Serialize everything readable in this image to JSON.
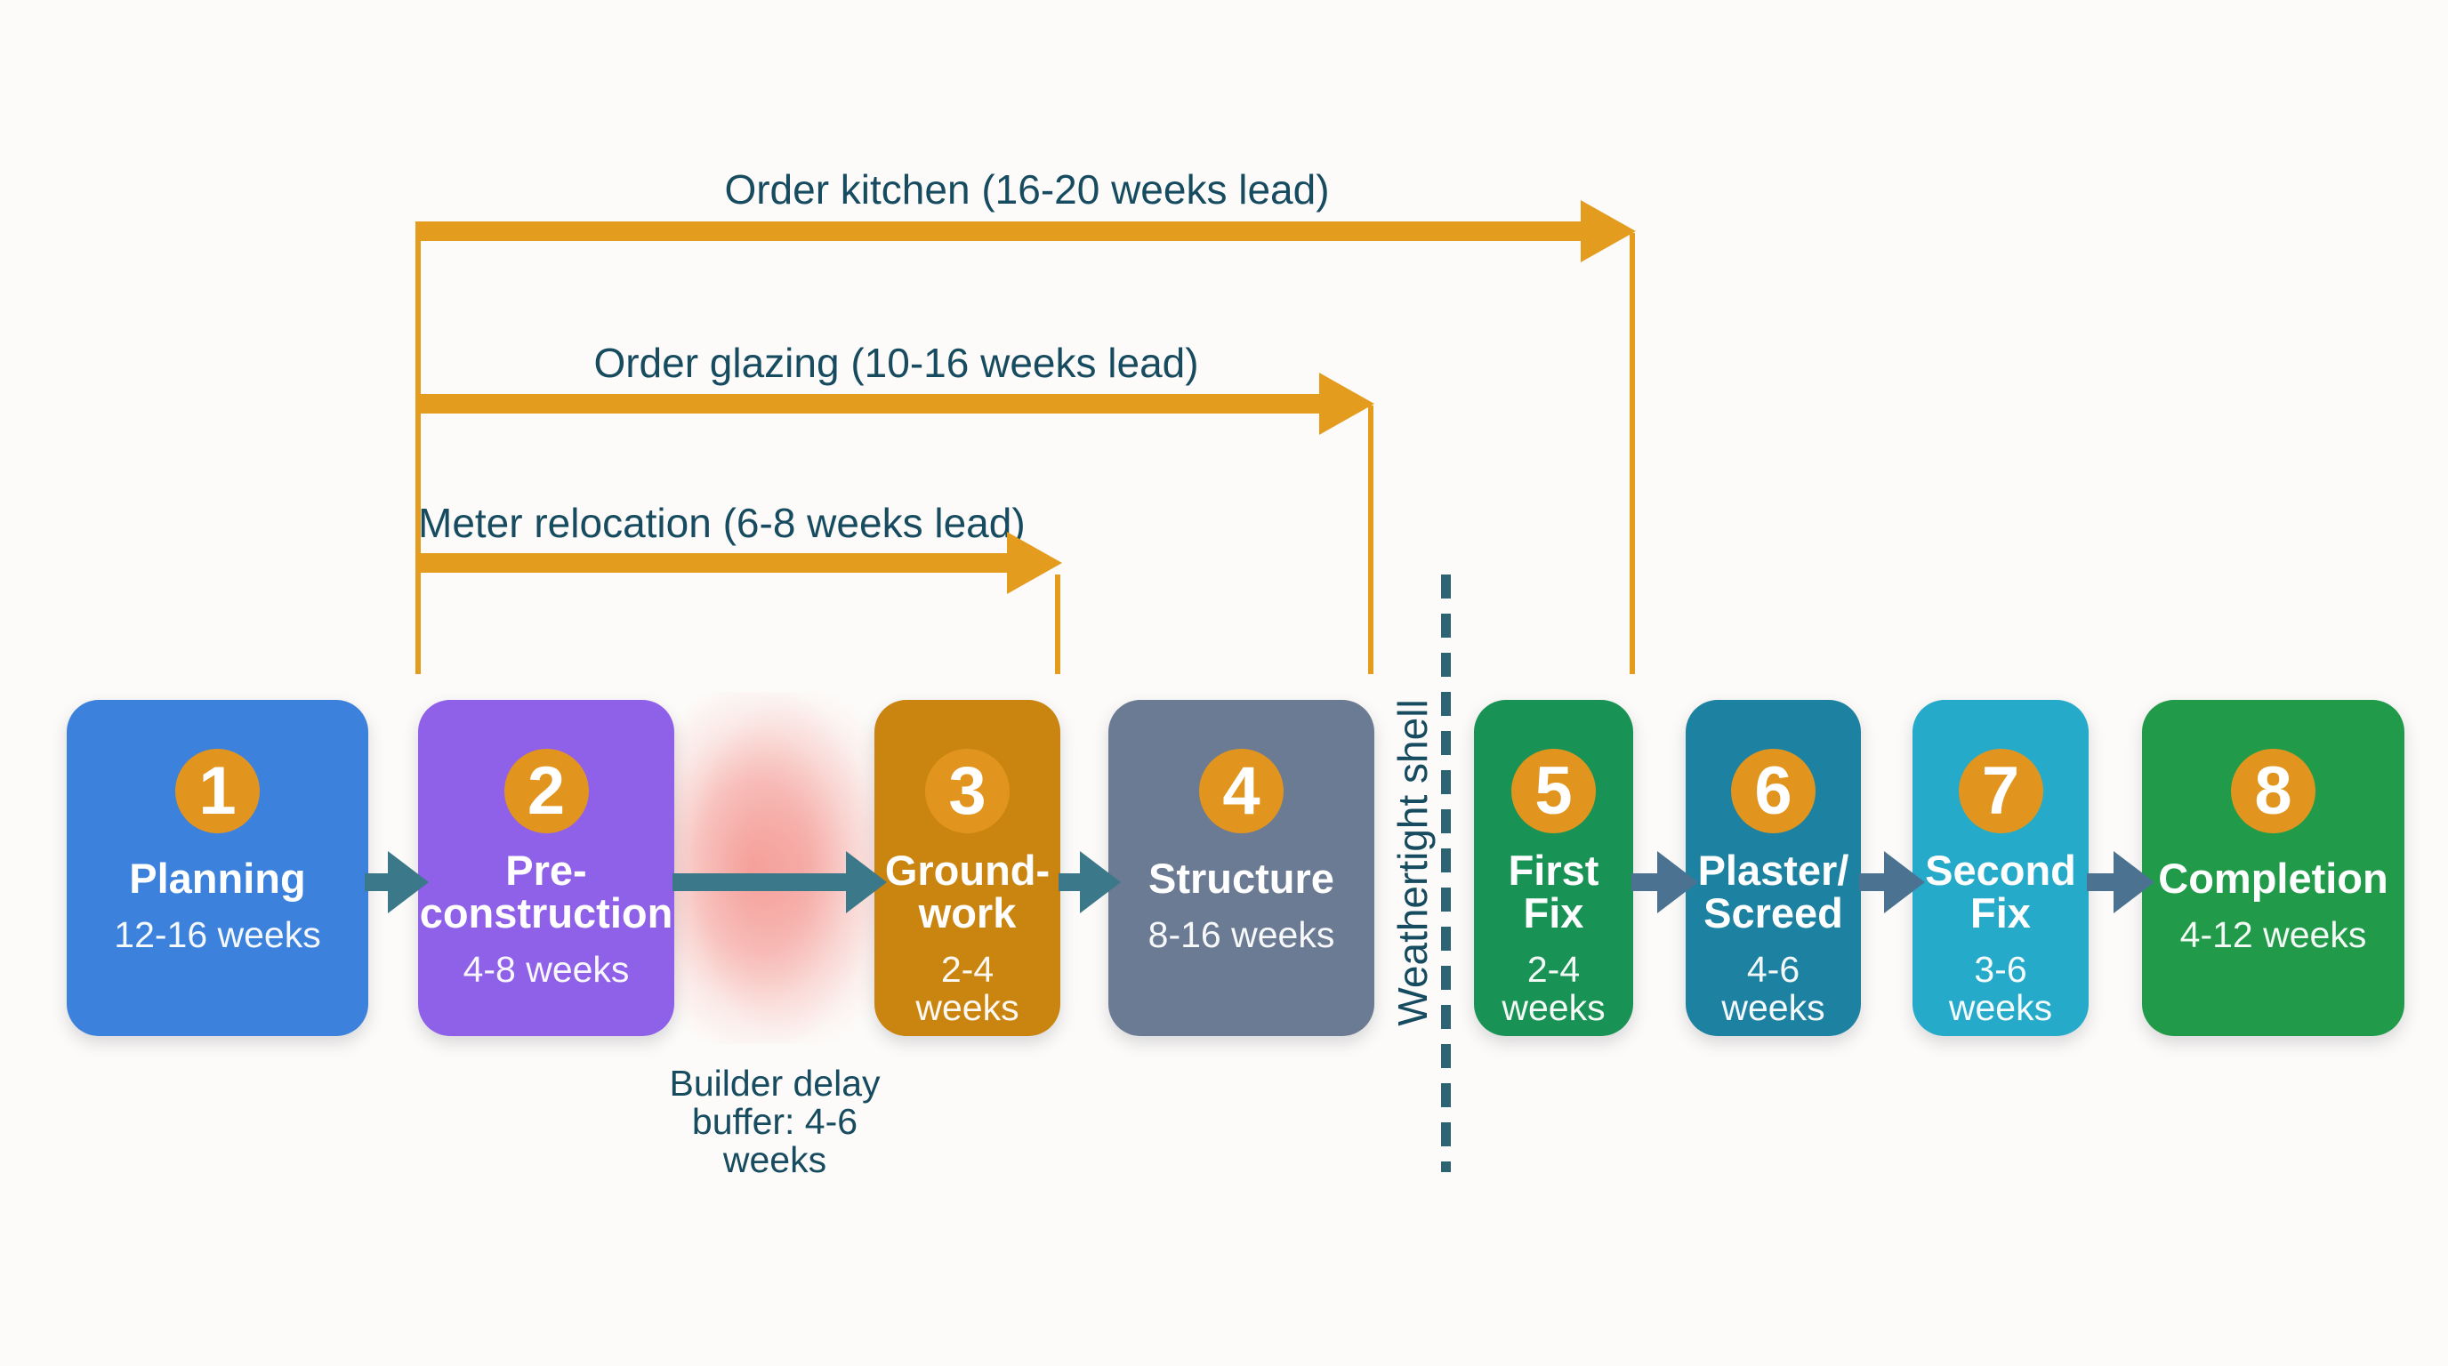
{
  "colors": {
    "bg": "#fcfbf9",
    "lead-orange": "#e49c1e",
    "circle-orange": "#e2951e",
    "connector-teal": "#3b7889",
    "connector-slate": "#4b7391",
    "divider-teal": "#2e6373",
    "ink": "#174b5f",
    "buffer-pink": "#f3857f"
  },
  "lead_arrows": [
    {
      "id": "kitchen",
      "label": "Order kitchen (16-20 weeks lead)"
    },
    {
      "id": "glazing",
      "label": "Order glazing (10-16 weeks lead)"
    },
    {
      "id": "meter",
      "label": "Meter relocation (6-8 weeks lead)"
    }
  ],
  "phases": [
    {
      "number": "1",
      "title": "Planning",
      "duration": "12-16 weeks",
      "color": "#3c82dd"
    },
    {
      "number": "2",
      "title": "Pre-\nconstruction",
      "duration": "4-8 weeks",
      "color": "#8f60e8"
    },
    {
      "number": "3",
      "title": "Ground-\nwork",
      "duration": "2-4\nweeks",
      "color": "#ca8511"
    },
    {
      "number": "4",
      "title": "Structure",
      "duration": "8-16 weeks",
      "color": "#6b7b93"
    },
    {
      "number": "5",
      "title": "First\nFix",
      "duration": "2-4\nweeks",
      "color": "#189355"
    },
    {
      "number": "6",
      "title": "Plaster/\nScreed",
      "duration": "4-6\nweeks",
      "color": "#1d81a1"
    },
    {
      "number": "7",
      "title": "Second\nFix",
      "duration": "3-6\nweeks",
      "color": "#25aac9"
    },
    {
      "number": "8",
      "title": "Completion",
      "duration": "4-12 weeks",
      "color": "#219b49"
    }
  ],
  "divider": {
    "label": "Weathertight shell"
  },
  "buffer_note": {
    "text": "Builder delay\nbuffer: 4-6\nweeks"
  }
}
